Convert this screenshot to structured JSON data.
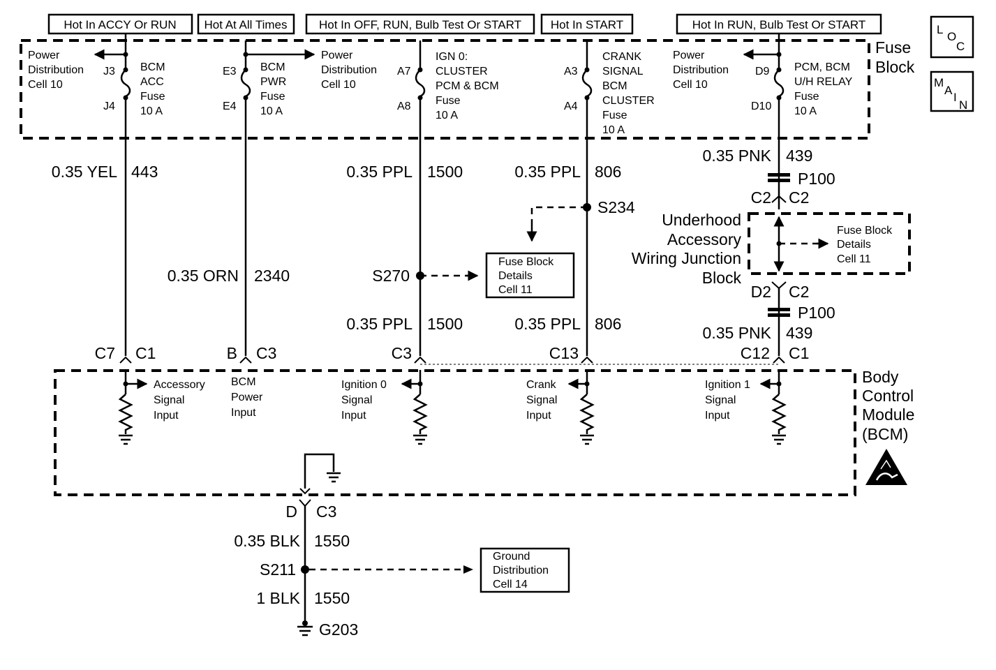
{
  "headers": {
    "accy_run": "Hot In ACCY Or RUN",
    "all_times": "Hot At All Times",
    "off_run_bulb_start": "Hot In OFF, RUN, Bulb Test Or START",
    "start": "Hot In START",
    "run_bulb_start": "Hot In RUN, Bulb Test Or START"
  },
  "badges": {
    "loc": [
      "L",
      "O",
      "C"
    ],
    "main": [
      "M",
      "A",
      "I",
      "N"
    ]
  },
  "fuse_block": {
    "label": [
      "Fuse",
      "Block"
    ],
    "pdc_left": [
      "Power",
      "Distribution",
      "Cell 10"
    ],
    "pdc_mid": [
      "Power",
      "Distribution",
      "Cell 10"
    ],
    "pdc_right": [
      "Power",
      "Distribution",
      "Cell 10"
    ],
    "fuse1": {
      "in": "J3",
      "out": "J4",
      "text": [
        "BCM",
        "ACC",
        "Fuse",
        "10 A"
      ]
    },
    "fuse2": {
      "in": "E3",
      "out": "E4",
      "text": [
        "BCM",
        "PWR",
        "Fuse",
        "10 A"
      ]
    },
    "fuse3": {
      "in": "A7",
      "out": "A8",
      "text": [
        "IGN 0:",
        "CLUSTER",
        "PCM & BCM",
        "Fuse",
        "10 A"
      ]
    },
    "fuse4": {
      "in": "A3",
      "out": "A4",
      "text": [
        "CRANK",
        "SIGNAL",
        "BCM",
        "CLUSTER",
        "Fuse",
        "10 A"
      ]
    },
    "fuse5": {
      "in": "D9",
      "out": "D10",
      "text": [
        "PCM, BCM",
        "U/H RELAY",
        "Fuse",
        "10 A"
      ]
    }
  },
  "wires": {
    "w1_color": "0.35 YEL",
    "w1_circuit": "443",
    "w2_color": "0.35 ORN",
    "w2_circuit": "2340",
    "w3a_color": "0.35 PPL",
    "w3a_circuit": "1500",
    "w3b_color": "0.35 PPL",
    "w3b_circuit": "1500",
    "w4a_color": "0.35 PPL",
    "w4a_circuit": "806",
    "w4b_color": "0.35 PPL",
    "w4b_circuit": "806",
    "w5a_color": "0.35 PNK",
    "w5a_circuit": "439",
    "w5b_color": "0.35 PNK",
    "w5b_circuit": "439",
    "gnd_a_color": "0.35 BLK",
    "gnd_a_circuit": "1550",
    "gnd_b_color": "1 BLK",
    "gnd_b_circuit": "1550"
  },
  "splices": {
    "s234": "S234",
    "s270": "S270",
    "s211": "S211"
  },
  "ref_boxes": {
    "fuse_details_1": [
      "Fuse Block",
      "Details",
      "Cell 11"
    ],
    "fuse_details_2": [
      "Fuse Block",
      "Details",
      "Cell 11"
    ],
    "ground_dist": [
      "Ground",
      "Distribution",
      "Cell 14"
    ]
  },
  "junction": {
    "label": [
      "Underhood",
      "Accessory",
      "Wiring Junction",
      "Block"
    ],
    "p100_top": "P100",
    "p100_bottom": "P100",
    "c2_top_left": "C2",
    "c2_top_right": "C2",
    "d2": "D2",
    "c2_bottom": "C2"
  },
  "connectors": {
    "c7": "C7",
    "c1a": "C1",
    "b": "B",
    "c3a": "C3",
    "c3b": "C3",
    "c13": "C13",
    "c12": "C12",
    "c1b": "C1",
    "d": "D",
    "c3c": "C3"
  },
  "bcm": {
    "label": [
      "Body",
      "Control",
      "Module",
      "(BCM)"
    ],
    "in1": [
      "Accessory",
      "Signal",
      "Input"
    ],
    "in2": [
      "BCM",
      "Power",
      "Input"
    ],
    "in3": [
      "Ignition 0",
      "Signal",
      "Input"
    ],
    "in4": [
      "Crank",
      "Signal",
      "Input"
    ],
    "in5": [
      "Ignition 1",
      "Signal",
      "Input"
    ]
  },
  "ground": {
    "g203": "G203"
  }
}
